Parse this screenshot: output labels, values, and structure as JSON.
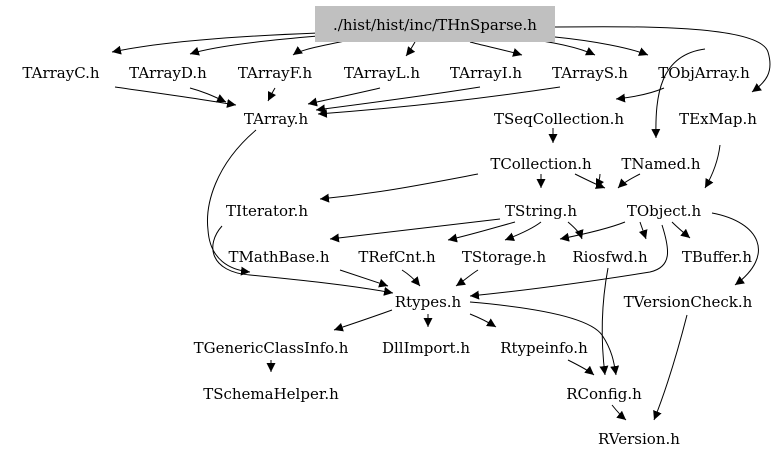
{
  "diagram": {
    "title": "./hist/hist/inc/THnSparse.h",
    "colors": {
      "root_fill": "#c0c0c0",
      "node_text": "#000000",
      "edge": "#000000",
      "background": "#ffffff"
    },
    "nodes": {
      "root": "./hist/hist/inc/THnSparse.h",
      "tarrayc": "TArrayC.h",
      "tarrayd": "TArrayD.h",
      "tarrayf": "TArrayF.h",
      "tarrayl": "TArrayL.h",
      "tarrayi": "TArrayI.h",
      "tarrays": "TArrayS.h",
      "tobjarray": "TObjArray.h",
      "tarray": "TArray.h",
      "tseqcollection": "TSeqCollection.h",
      "texmap": "TExMap.h",
      "tcollection": "TCollection.h",
      "tnamed": "TNamed.h",
      "titerator": "TIterator.h",
      "tstring": "TString.h",
      "tobject": "TObject.h",
      "tmathbase": "TMathBase.h",
      "trefcnt": "TRefCnt.h",
      "tstorage": "TStorage.h",
      "riosfwd": "Riosfwd.h",
      "tbuffer": "TBuffer.h",
      "rtypes": "Rtypes.h",
      "tversioncheck": "TVersionCheck.h",
      "tgenericclassinfo": "TGenericClassInfo.h",
      "dllimport": "DllImport.h",
      "rtypeinfo": "Rtypeinfo.h",
      "tschemahelper": "TSchemaHelper.h",
      "rconfig": "RConfig.h",
      "rversion": "RVersion.h"
    }
  }
}
